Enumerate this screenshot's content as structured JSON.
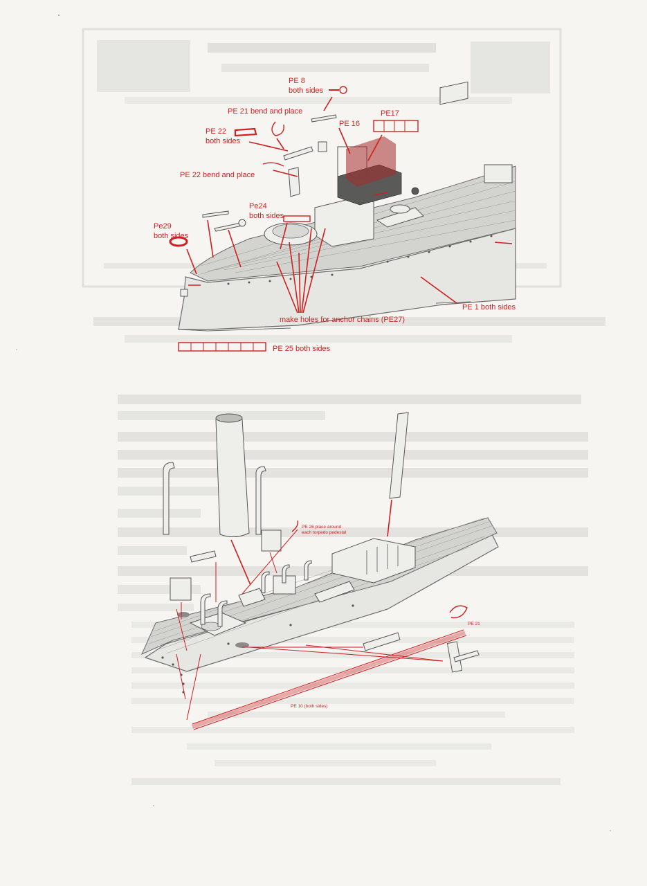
{
  "labels": {
    "pe8": "PE 8",
    "pe8_sub": "both sides",
    "pe21_bend": "PE 21 bend and place",
    "pe16": "PE 16",
    "pe17": "PE17",
    "pe22": "PE 22",
    "pe22_sub": "both sides",
    "pe22_bend": "PE 22 bend and place",
    "pe24": "Pe24",
    "pe24_sub": "both sides",
    "pe29": "Pe29",
    "pe29_sub": "both sides",
    "pe1": "PE 1 both sides",
    "anchor_holes": "make holes for anchor chains (PE27)",
    "pe25": "PE 25 both sides",
    "pe26_line1": "PE 26 place around",
    "pe26_line2": "each torpedo pedestal",
    "pe21": "PE 21",
    "pe10": "PE 10 (both sides)"
  },
  "colors": {
    "accent": "#cf1f1f",
    "paper": "#f6f5f2",
    "hull": "#e6e6e3",
    "deck": "#d3d3d0",
    "ghost_text": "#b8b8b4"
  }
}
